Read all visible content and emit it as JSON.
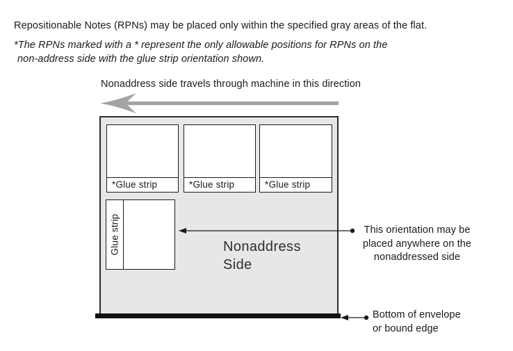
{
  "header": {
    "intro": "Repositionable Notes (RPNs) may be placed only within the specified gray areas of the flat.",
    "footnote_line1": "*The RPNs marked with a * represent the only allowable positions for RPNs on the",
    "footnote_line2": "non-address side with the glue strip orientation shown."
  },
  "diagram": {
    "direction_label": "Nonaddress side travels through machine in this direction",
    "flat": {
      "label_line1": "Nonaddress",
      "label_line2": "Side"
    },
    "rpn_boxes": [
      {
        "glue_label": "*Glue strip"
      },
      {
        "glue_label": "*Glue strip"
      },
      {
        "glue_label": "*Glue strip"
      }
    ],
    "vertical_rpn": {
      "glue_label": "Glue strip"
    },
    "annotations": {
      "orientation": {
        "line1": "This orientation may be",
        "line2": "placed anywhere on the",
        "line3": "nonaddressed side"
      },
      "bottom_edge": {
        "line1": "Bottom of envelope",
        "line2": "or bound edge"
      }
    },
    "colors": {
      "flat_fill": "#e7e7e7",
      "flat_border": "#2b2b2b",
      "machine_arrow_gray": "#a3a3a3",
      "bound_edge_black": "#111111",
      "text": "#1a1a1a"
    }
  }
}
